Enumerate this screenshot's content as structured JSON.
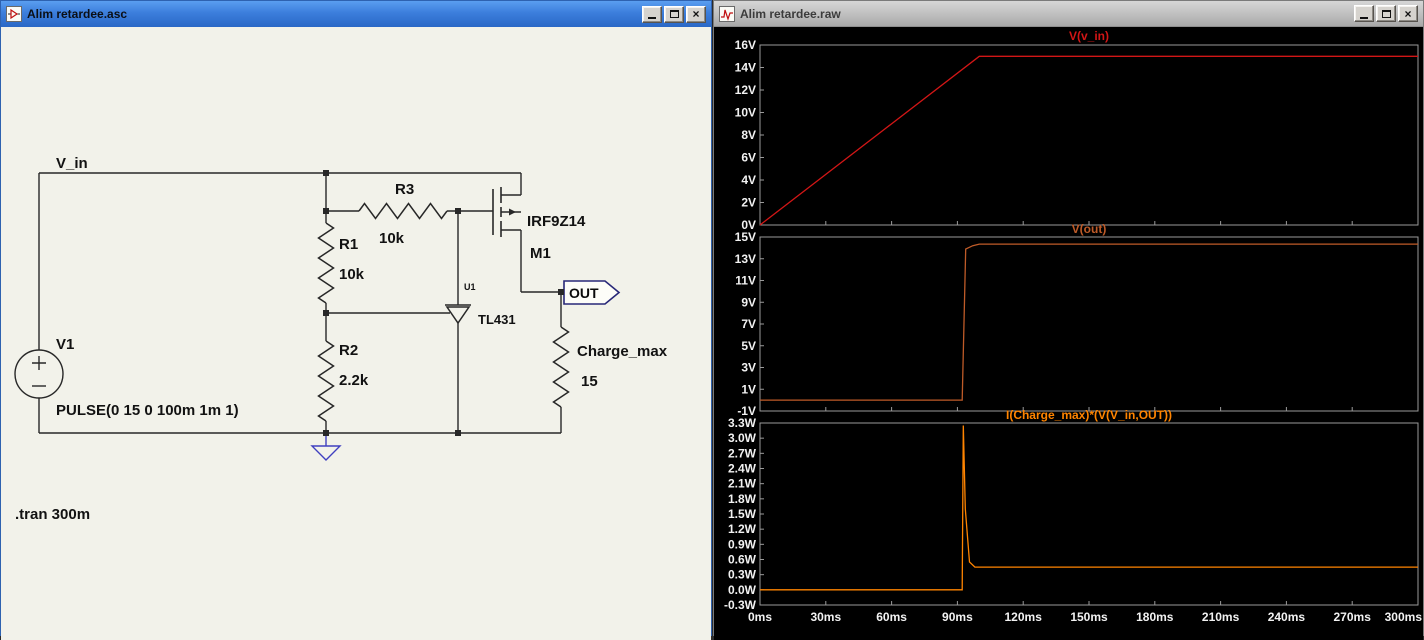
{
  "schematic_window": {
    "title": "Alim retardee.asc",
    "labels": {
      "net_vin": "V_in",
      "v1_name": "V1",
      "v1_value": "PULSE(0 15 0 100m 1m 1)",
      "r1_name": "R1",
      "r1_value": "10k",
      "r3_name": "R3",
      "r3_value": "10k",
      "r2_name": "R2",
      "r2_value": "2.2k",
      "mosfet_type": "IRF9Z14",
      "mosfet_name": "M1",
      "tl431_ref": "U1",
      "tl431_type": "TL431",
      "port_out": "OUT",
      "load_name": "Charge_max",
      "load_value": "15",
      "directive": ".tran 300m"
    }
  },
  "waveform_window": {
    "title": "Alim retardee.raw",
    "xaxis": {
      "min": 0,
      "max": 300,
      "step": 30,
      "unit": "ms"
    }
  },
  "window_controls": {
    "close_glyph": "×"
  },
  "colors": {
    "schematic_bg": "#f2f2ea",
    "plot_bg": "#000000",
    "plot_frame": "#9a9a9a",
    "axis_text": "#f2f2f2"
  },
  "chart_data": [
    {
      "type": "line",
      "title": "V(v_in)",
      "color": "#d21616",
      "unit": "V",
      "ymin": 0,
      "ymax": 16,
      "ystep": 2,
      "x": [
        0,
        100,
        300
      ],
      "y": [
        0,
        15,
        15
      ]
    },
    {
      "type": "line",
      "title": "V(out)",
      "color": "#bf5b28",
      "unit": "V",
      "ymin": -1,
      "ymax": 15,
      "ystep": 2,
      "x": [
        0,
        92.2,
        93.8,
        97,
        100,
        300
      ],
      "y": [
        0,
        0,
        13.9,
        14.2,
        14.35,
        14.35
      ]
    },
    {
      "type": "line",
      "title": "I(Charge_max)*(V(V_in,OUT))",
      "color": "#ff8400",
      "unit": "W",
      "ymin": -0.3,
      "ymax": 3.3,
      "ystep": 0.3,
      "x": [
        0,
        92.2,
        92.7,
        93.6,
        95.5,
        98,
        300
      ],
      "y": [
        0,
        0,
        3.25,
        1.6,
        0.55,
        0.45,
        0.45
      ]
    }
  ]
}
